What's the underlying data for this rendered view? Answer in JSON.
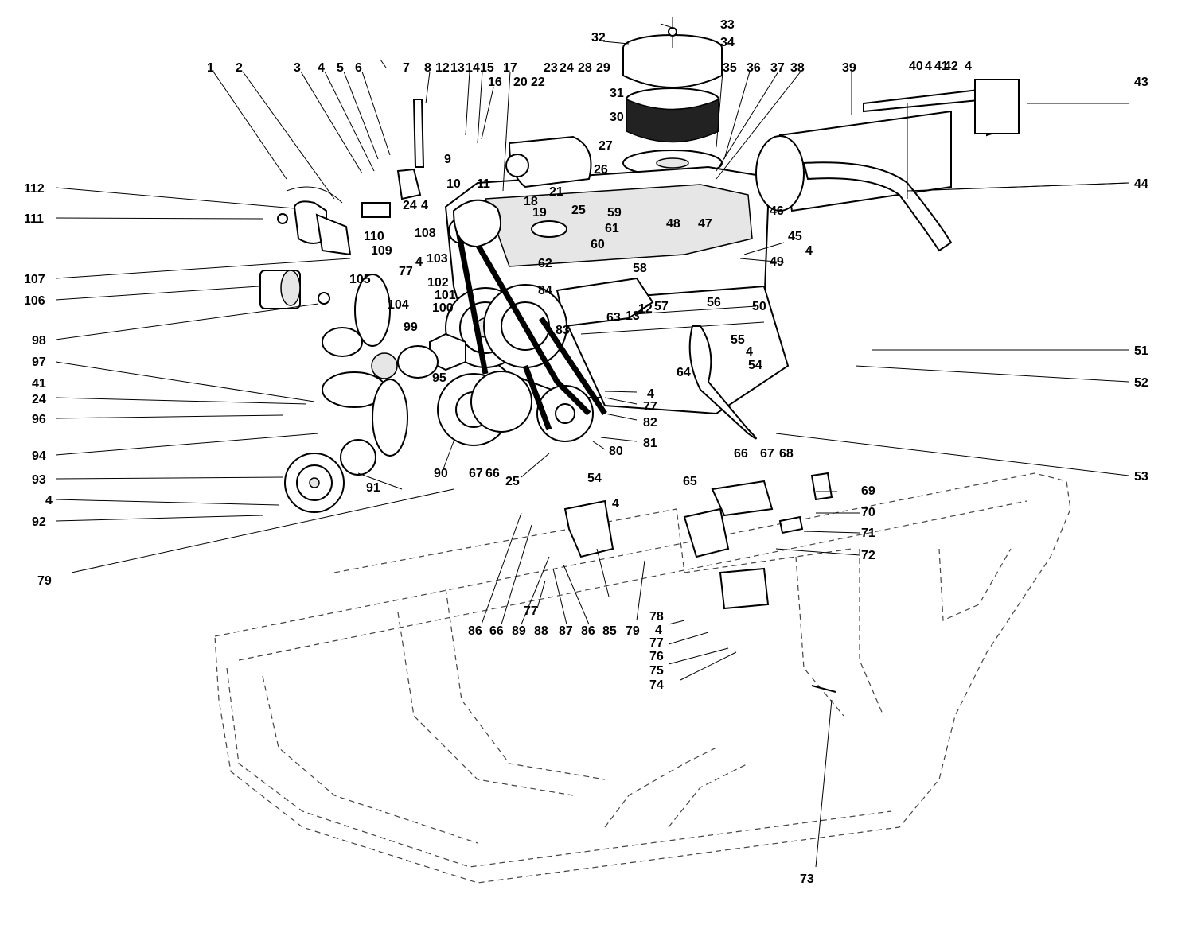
{
  "callouts": [
    {
      "id": "1",
      "t": "1"
    },
    {
      "id": "2",
      "t": "2"
    },
    {
      "id": "3",
      "t": "3"
    },
    {
      "id": "4a",
      "t": "4"
    },
    {
      "id": "5",
      "t": "5"
    },
    {
      "id": "6",
      "t": "6"
    },
    {
      "id": "7",
      "t": "7"
    },
    {
      "id": "8",
      "t": "8"
    },
    {
      "id": "12a",
      "t": "12"
    },
    {
      "id": "13a",
      "t": "13"
    },
    {
      "id": "14",
      "t": "14"
    },
    {
      "id": "15",
      "t": "15"
    },
    {
      "id": "16",
      "t": "16"
    },
    {
      "id": "17",
      "t": "17"
    },
    {
      "id": "20",
      "t": "20"
    },
    {
      "id": "22",
      "t": "22"
    },
    {
      "id": "23",
      "t": "23"
    },
    {
      "id": "24a",
      "t": "24"
    },
    {
      "id": "28",
      "t": "28"
    },
    {
      "id": "29",
      "t": "29"
    },
    {
      "id": "32",
      "t": "32"
    },
    {
      "id": "33",
      "t": "33"
    },
    {
      "id": "34",
      "t": "34"
    },
    {
      "id": "35",
      "t": "35"
    },
    {
      "id": "36",
      "t": "36"
    },
    {
      "id": "37",
      "t": "37"
    },
    {
      "id": "38",
      "t": "38"
    },
    {
      "id": "39",
      "t": "39"
    },
    {
      "id": "40",
      "t": "40"
    },
    {
      "id": "4b",
      "t": "4"
    },
    {
      "id": "41a",
      "t": "41"
    },
    {
      "id": "42",
      "t": "42"
    },
    {
      "id": "4c",
      "t": "4"
    },
    {
      "id": "43",
      "t": "43"
    },
    {
      "id": "31",
      "t": "31"
    },
    {
      "id": "30",
      "t": "30"
    },
    {
      "id": "27",
      "t": "27"
    },
    {
      "id": "26",
      "t": "26"
    },
    {
      "id": "9",
      "t": "9"
    },
    {
      "id": "11",
      "t": "11"
    },
    {
      "id": "10",
      "t": "10"
    },
    {
      "id": "18",
      "t": "18"
    },
    {
      "id": "21",
      "t": "21"
    },
    {
      "id": "19",
      "t": "19"
    },
    {
      "id": "25a",
      "t": "25"
    },
    {
      "id": "59",
      "t": "59"
    },
    {
      "id": "48",
      "t": "48"
    },
    {
      "id": "47",
      "t": "47"
    },
    {
      "id": "24b",
      "t": "24"
    },
    {
      "id": "4d",
      "t": "4"
    },
    {
      "id": "44",
      "t": "44"
    },
    {
      "id": "46",
      "t": "46"
    },
    {
      "id": "45",
      "t": "45"
    },
    {
      "id": "4e",
      "t": "4"
    },
    {
      "id": "49",
      "t": "49"
    },
    {
      "id": "112",
      "t": "112"
    },
    {
      "id": "111",
      "t": "111"
    },
    {
      "id": "110",
      "t": "110"
    },
    {
      "id": "108",
      "t": "108"
    },
    {
      "id": "109",
      "t": "109"
    },
    {
      "id": "107",
      "t": "107"
    },
    {
      "id": "105",
      "t": "105"
    },
    {
      "id": "77a",
      "t": "77"
    },
    {
      "id": "4f",
      "t": "4"
    },
    {
      "id": "103",
      "t": "103"
    },
    {
      "id": "61",
      "t": "61"
    },
    {
      "id": "60",
      "t": "60"
    },
    {
      "id": "62",
      "t": "62"
    },
    {
      "id": "58",
      "t": "58"
    },
    {
      "id": "102",
      "t": "102"
    },
    {
      "id": "101",
      "t": "101"
    },
    {
      "id": "100",
      "t": "100"
    },
    {
      "id": "104",
      "t": "104"
    },
    {
      "id": "84",
      "t": "84"
    },
    {
      "id": "106",
      "t": "106"
    },
    {
      "id": "98",
      "t": "98"
    },
    {
      "id": "99",
      "t": "99"
    },
    {
      "id": "83",
      "t": "83"
    },
    {
      "id": "63",
      "t": "63"
    },
    {
      "id": "12b",
      "t": "12"
    },
    {
      "id": "13b",
      "t": "13"
    },
    {
      "id": "57",
      "t": "57"
    },
    {
      "id": "56",
      "t": "56"
    },
    {
      "id": "50",
      "t": "50"
    },
    {
      "id": "51",
      "t": "51"
    },
    {
      "id": "55",
      "t": "55"
    },
    {
      "id": "4g",
      "t": "4"
    },
    {
      "id": "54a",
      "t": "54"
    },
    {
      "id": "52",
      "t": "52"
    },
    {
      "id": "64",
      "t": "64"
    },
    {
      "id": "97",
      "t": "97"
    },
    {
      "id": "95",
      "t": "95"
    },
    {
      "id": "41b",
      "t": "41"
    },
    {
      "id": "24c",
      "t": "24"
    },
    {
      "id": "96",
      "t": "96"
    },
    {
      "id": "4h",
      "t": "4"
    },
    {
      "id": "77b",
      "t": "77"
    },
    {
      "id": "82",
      "t": "82"
    },
    {
      "id": "81",
      "t": "81"
    },
    {
      "id": "53",
      "t": "53"
    },
    {
      "id": "94",
      "t": "94"
    },
    {
      "id": "93",
      "t": "93"
    },
    {
      "id": "91",
      "t": "91"
    },
    {
      "id": "4i",
      "t": "4"
    },
    {
      "id": "92",
      "t": "92"
    },
    {
      "id": "90",
      "t": "90"
    },
    {
      "id": "67a",
      "t": "67"
    },
    {
      "id": "66a",
      "t": "66"
    },
    {
      "id": "25b",
      "t": "25"
    },
    {
      "id": "80",
      "t": "80"
    },
    {
      "id": "54b",
      "t": "54"
    },
    {
      "id": "4j",
      "t": "4"
    },
    {
      "id": "66b",
      "t": "66"
    },
    {
      "id": "67b",
      "t": "67"
    },
    {
      "id": "68",
      "t": "68"
    },
    {
      "id": "65",
      "t": "65"
    },
    {
      "id": "69",
      "t": "69"
    },
    {
      "id": "70",
      "t": "70"
    },
    {
      "id": "71",
      "t": "71"
    },
    {
      "id": "72",
      "t": "72"
    },
    {
      "id": "79a",
      "t": "79"
    },
    {
      "id": "77c",
      "t": "77"
    },
    {
      "id": "86a",
      "t": "86"
    },
    {
      "id": "66c",
      "t": "66"
    },
    {
      "id": "89",
      "t": "89"
    },
    {
      "id": "88",
      "t": "88"
    },
    {
      "id": "87",
      "t": "87"
    },
    {
      "id": "86b",
      "t": "86"
    },
    {
      "id": "85",
      "t": "85"
    },
    {
      "id": "79b",
      "t": "79"
    },
    {
      "id": "78",
      "t": "78"
    },
    {
      "id": "4k",
      "t": "4"
    },
    {
      "id": "77d",
      "t": "77"
    },
    {
      "id": "76",
      "t": "76"
    },
    {
      "id": "75",
      "t": "75"
    },
    {
      "id": "74",
      "t": "74"
    },
    {
      "id": "73",
      "t": "73"
    }
  ]
}
